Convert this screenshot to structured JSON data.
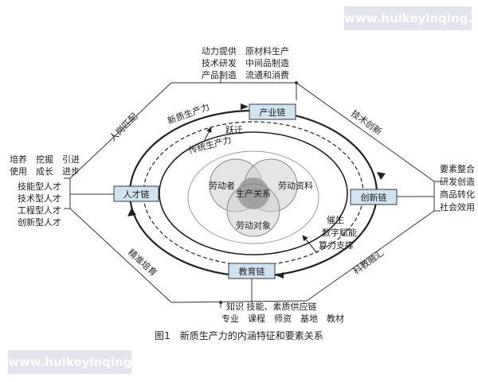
{
  "watermark": "www.huikeyinqing.com",
  "caption": "图1　新质生产力的内涵特征和要素关系",
  "chains": {
    "industry": "产业链",
    "talent": "人才链",
    "innovation": "创新链",
    "education": "教育链"
  },
  "venn": {
    "worker": "劳动者",
    "material": "劳动资料",
    "object": "劳动对象",
    "relation": "生产关系"
  },
  "rings": {
    "new_productivity": "新质生产力",
    "traditional_productivity": "传统生产力",
    "leap": "跃迁",
    "empower_lines": [
      "催生",
      "数字赋能",
      "算力支撑"
    ]
  },
  "top_list": [
    "动力提供　原材料生产",
    "技术研发　中间品制造",
    "产品制造　流通和消费"
  ],
  "left_top_list": [
    "培养　挖掘　引进",
    "使用　成长　进步"
  ],
  "left_list": [
    "技能型人才",
    "技术型人才",
    "工程型人才",
    "创新型人才"
  ],
  "right_list": [
    "要素整合",
    "研发创造",
    "商品转化",
    "社会效用"
  ],
  "bottom_list": [
    "知识 技能、素质供应链",
    "专业　课程　师资　基地　教材"
  ],
  "edge_labels": {
    "talent_match": "人岗匹配",
    "tech_innovation": "技术创新",
    "precise_training": "精准培育",
    "sci_edu": "科教融汇"
  }
}
